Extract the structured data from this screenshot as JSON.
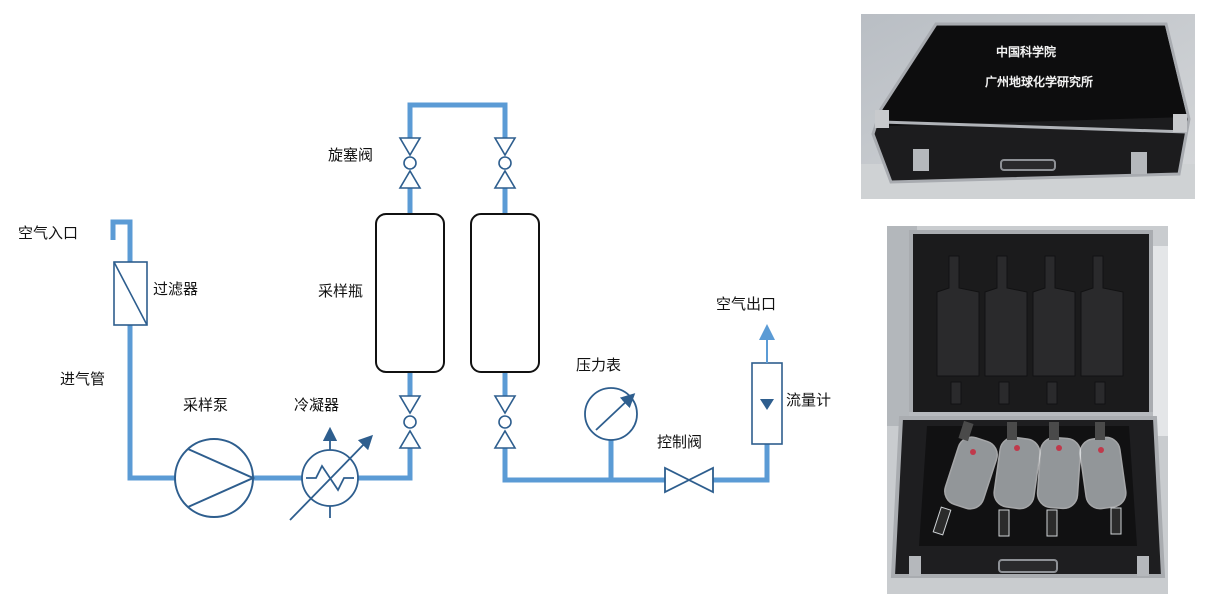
{
  "diagram": {
    "labels": {
      "air_inlet": "空气入口",
      "filter": "过滤器",
      "intake_pipe": "进气管",
      "sampling_pump": "采样泵",
      "condenser": "冷凝器",
      "stopcock_valve": "旋塞阀",
      "sampling_bottle": "采样瓶",
      "pressure_gauge": "压力表",
      "control_valve": "控制阀",
      "air_outlet": "空气出口",
      "flowmeter": "流量计"
    },
    "colors": {
      "pipe": "#5b9bd5",
      "component": "#2e5e8e",
      "bottle_outline": "#111111"
    }
  },
  "photos": {
    "case_closed": {
      "lid_text_line1": "中国科学院",
      "lid_text_line2": "广州地球化学研究所"
    },
    "case_open": {
      "bottle_count": 4
    }
  }
}
